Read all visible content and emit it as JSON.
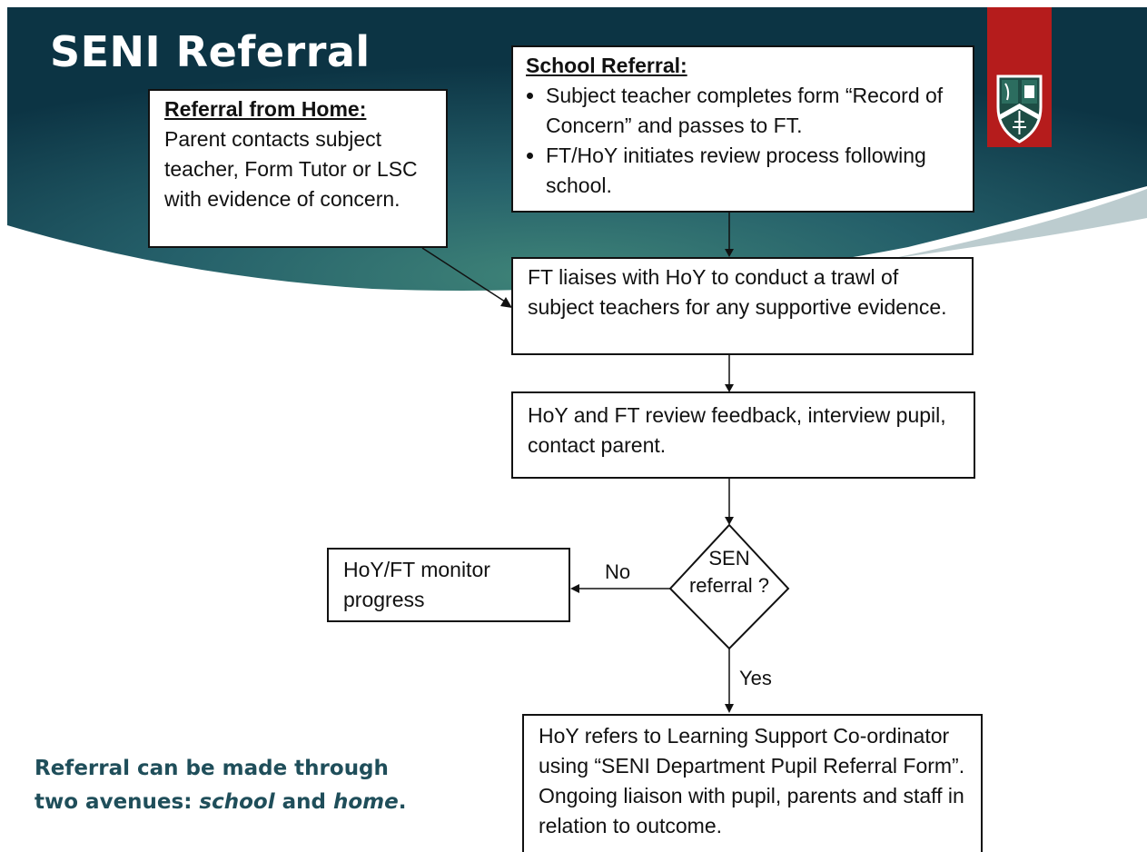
{
  "title": "SENI Referral",
  "home_box": {
    "heading": "Referral from Home:",
    "text": "Parent contacts subject teacher, Form Tutor or LSC with evidence of concern."
  },
  "school_box": {
    "heading": "School Referral:",
    "bullets": [
      "Subject teacher completes form “Record of Concern” and passes to FT.",
      "FT/HoY initiates review process following school."
    ]
  },
  "step_trawl": "FT liaises with HoY to conduct a trawl of subject teachers for any supportive evidence.",
  "step_review": "HoY and FT review feedback, interview pupil, contact parent.",
  "decision": {
    "line1": "SEN",
    "line2": "referral ?"
  },
  "edge_no": "No",
  "edge_yes": "Yes",
  "step_monitor": "HoY/FT monitor progress",
  "step_refer": "HoY refers to Learning Support Co-ordinator using “SENI Department Pupil Referral Form”. Ongoing liaison with pupil, parents and staff in relation to outcome.",
  "note": {
    "line1": "Referral can be made through",
    "line2_prefix": "two avenues: ",
    "school": "school",
    "and": " and ",
    "home": "home",
    "end": "."
  },
  "colors": {
    "banner_dark": "#0f3a4a",
    "banner_mid": "#2e6b6c",
    "shield_panel": "#b51c1c",
    "note_text": "#1f4e5a"
  },
  "icons": {
    "crest": "school-crest-icon"
  }
}
